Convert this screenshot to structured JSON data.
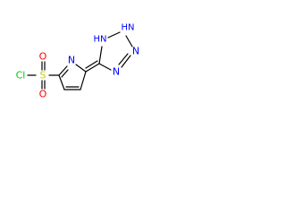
{
  "molecule": {
    "atoms": {
      "cl": "Cl",
      "s": "S",
      "o_top": "O",
      "o_bottom": "O",
      "n_pyrrole": "N",
      "nh_tetrazole": "HN",
      "nh_top": "HN",
      "n_right": "N",
      "n_bottom": "N"
    },
    "colors": {
      "bond": "#000000",
      "nitrogen": "#0000ff",
      "sulfur": "#cccc00",
      "chlorine": "#00cc00",
      "oxygen": "#ff0000",
      "background": "#ffffff"
    }
  }
}
